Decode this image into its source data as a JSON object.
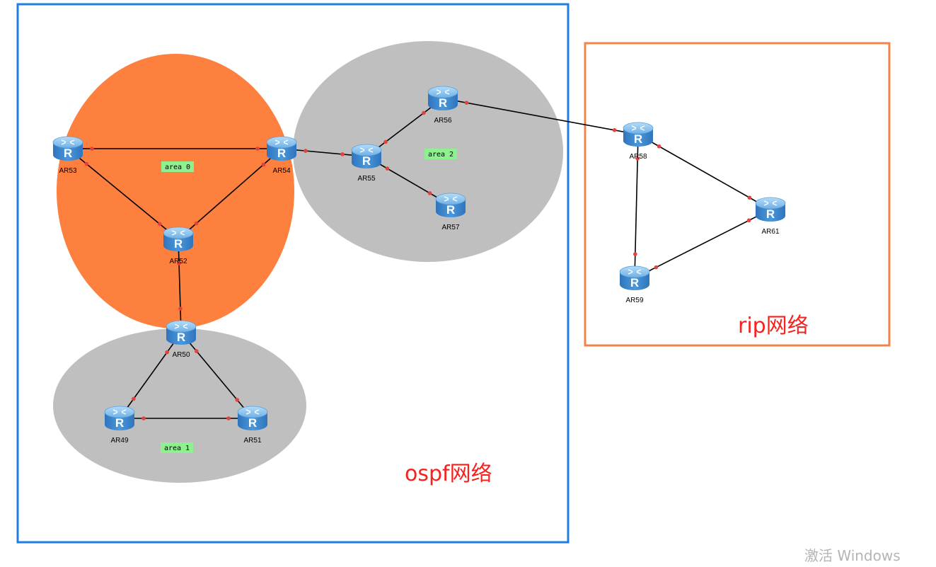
{
  "colors": {
    "ospf_border": "#1f7de6",
    "rip_border": "#f2844a",
    "area0_fill": "#fd803f",
    "area_grey_fill": "#bfbfbf",
    "area_label_bg": "#8ef08e",
    "link": "#000000",
    "port_dot": "#e8403a",
    "network_label": "#f4231e",
    "watermark": "#b4b4b4",
    "router_top": "#8ec8f0",
    "router_body": "#3d88d0"
  },
  "regions": {
    "ospf_label": "ospf网络",
    "rip_label": "rip网络"
  },
  "areas": {
    "area0": "area 0",
    "area1": "area 1",
    "area2": "area 2"
  },
  "routers": [
    {
      "id": "AR53",
      "label": "AR53",
      "icon": "router-icon"
    },
    {
      "id": "AR54",
      "label": "AR54",
      "icon": "router-icon"
    },
    {
      "id": "AR52",
      "label": "AR52",
      "icon": "router-icon"
    },
    {
      "id": "AR50",
      "label": "AR50",
      "icon": "router-icon"
    },
    {
      "id": "AR49",
      "label": "AR49",
      "icon": "router-icon"
    },
    {
      "id": "AR51",
      "label": "AR51",
      "icon": "router-icon"
    },
    {
      "id": "AR55",
      "label": "AR55",
      "icon": "router-icon"
    },
    {
      "id": "AR56",
      "label": "AR56",
      "icon": "router-icon"
    },
    {
      "id": "AR57",
      "label": "AR57",
      "icon": "router-icon"
    },
    {
      "id": "AR58",
      "label": "AR58",
      "icon": "router-icon"
    },
    {
      "id": "AR59",
      "label": "AR59",
      "icon": "router-icon"
    },
    {
      "id": "AR61",
      "label": "AR61",
      "icon": "router-icon"
    }
  ],
  "links": [
    [
      "AR53",
      "AR54"
    ],
    [
      "AR53",
      "AR52"
    ],
    [
      "AR54",
      "AR52"
    ],
    [
      "AR52",
      "AR50"
    ],
    [
      "AR50",
      "AR49"
    ],
    [
      "AR50",
      "AR51"
    ],
    [
      "AR49",
      "AR51"
    ],
    [
      "AR54",
      "AR55"
    ],
    [
      "AR55",
      "AR56"
    ],
    [
      "AR55",
      "AR57"
    ],
    [
      "AR56",
      "AR58"
    ],
    [
      "AR58",
      "AR61"
    ],
    [
      "AR58",
      "AR59"
    ],
    [
      "AR59",
      "AR61"
    ]
  ],
  "watermark": "激活 Windows"
}
